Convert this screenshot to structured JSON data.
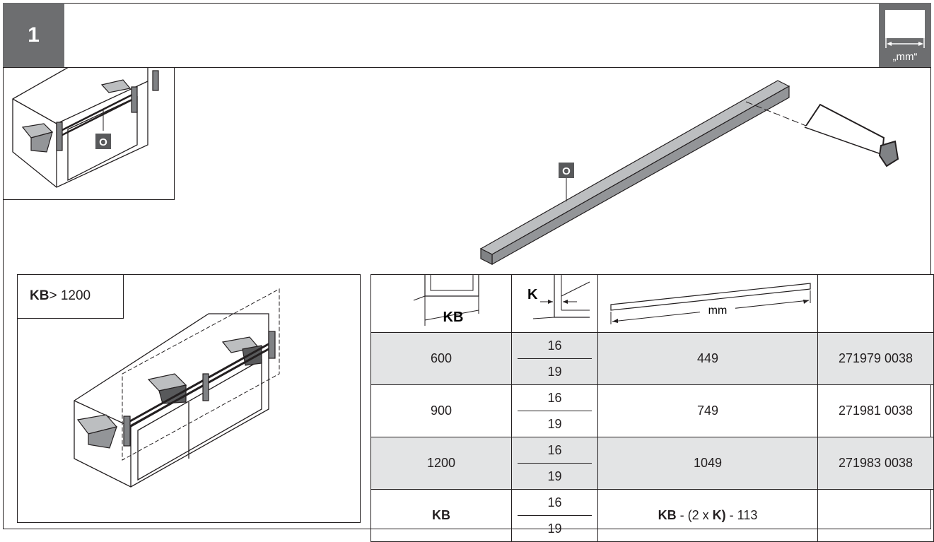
{
  "header": {
    "step_number": "1",
    "unit_label": "„mm“"
  },
  "parts": {
    "profile_label": "O",
    "thumb_label": "O"
  },
  "kb_condition": {
    "symbol": "KB",
    "text": " > 1200"
  },
  "table": {
    "header_labels": {
      "kb": "KB",
      "k": "K",
      "mm": "mm"
    },
    "rows": [
      {
        "kb": "600",
        "k_values": [
          "16",
          "19"
        ],
        "length": "449",
        "article": "271979 0038"
      },
      {
        "kb": "900",
        "k_values": [
          "16",
          "19"
        ],
        "length": "749",
        "article": "271981 0038"
      },
      {
        "kb": "1200",
        "k_values": [
          "16",
          "19"
        ],
        "length": "1049",
        "article": "271983 0038"
      }
    ],
    "formula_row": {
      "kb": "KB",
      "k_values": [
        "16",
        "19"
      ],
      "formula": {
        "a": "KB",
        "b": " - (2 x ",
        "c": "K)",
        "d": " - 113"
      },
      "article": ""
    }
  },
  "colors": {
    "ink": "#231f20",
    "header_gray": "#6d6e70",
    "row_shade": "#e3e4e5",
    "part_gray": "#bcbec0",
    "part_dark": "#58595b"
  }
}
